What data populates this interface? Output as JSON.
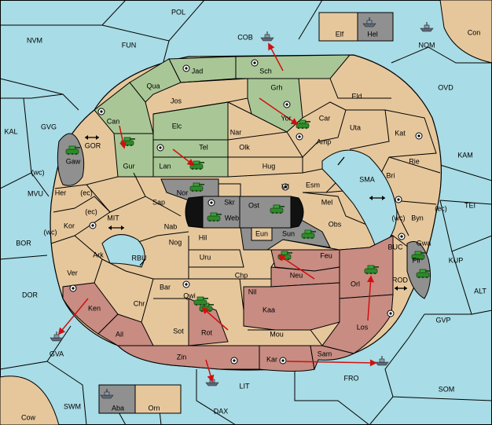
{
  "game": {
    "colors": {
      "sea": "#a8dce6",
      "land": "#e6c79c",
      "green_power": "#a9c796",
      "red_power": "#c88c82",
      "gray_power": "#909090",
      "dark_gray": "#666666",
      "border": "#000000",
      "arrow": "#d01010",
      "army": "#2f8a2a",
      "fleet": "#5a6a7a"
    },
    "provinces": {
      "pol": "POL",
      "fun": "FUN",
      "nvm": "NVM",
      "cob": "COB",
      "nom": "NOM",
      "con": "Con",
      "elf": "Elf",
      "hel": "Hel",
      "ovd": "OVD",
      "kal": "KAL",
      "gvg": "GVG",
      "kam": "KAM",
      "tei": "TEI",
      "mvu": "MVU",
      "bor": "BOR",
      "dor": "DOR",
      "kup": "KUP",
      "alt": "ALT",
      "gvp": "GVP",
      "som": "SOM",
      "fro": "FRO",
      "swm": "SWM",
      "dax": "DAX",
      "lit": "LIT",
      "gva": "GVA",
      "cow": "Cow",
      "aba": "Aba",
      "orn": "Orn",
      "jad": "Jad",
      "sch": "Sch",
      "qua": "Qua",
      "jos": "Jos",
      "grh": "Grh",
      "eld": "Eld",
      "can": "Can",
      "elc": "Elc",
      "nar": "Nar",
      "yor": "Yor",
      "car": "Car",
      "uta": "Uta",
      "kat": "Kat",
      "gor": "GOR",
      "gaw": "Gaw",
      "gur": "Gur",
      "tel": "Tel",
      "olk": "Olk",
      "amp": "Amp",
      "lan": "Lan",
      "hug": "Hug",
      "rie": "Rie",
      "wc": "(wc)",
      "ec": "(ec)",
      "her": "Her",
      "nor": "Nor",
      "vil": "Vil",
      "esm": "Esm",
      "sma": "SMA",
      "bri": "Bri",
      "sap": "Sap",
      "skr": "Skr",
      "ost": "Ost",
      "web": "Web",
      "mel": "Mel",
      "byn": "Byn",
      "mit": "MIT",
      "kor": "Kor",
      "nab": "Nab",
      "eun": "Eun",
      "sun": "Sun",
      "obs": "Obs",
      "gwa": "Gwa",
      "hil": "Hil",
      "rbu": "RBU",
      "nog": "Nog",
      "buc": "BUC",
      "ark": "Ark",
      "uru": "Uru",
      "feu": "Feu",
      "pir": "Pir",
      "ver": "Ver",
      "chp": "Chp",
      "neu": "Neu",
      "orl": "Orl",
      "rod": "ROD",
      "bar": "Bar",
      "qwi": "Qwi",
      "nil": "Nil",
      "chr": "Chr",
      "ken": "Ken",
      "kaa": "Kaa",
      "los": "Los",
      "ail": "Ail",
      "sot": "Sot",
      "rot": "Rot",
      "mou": "Mou",
      "zin": "Zin",
      "kar": "Kar",
      "sam": "Sam"
    }
  }
}
